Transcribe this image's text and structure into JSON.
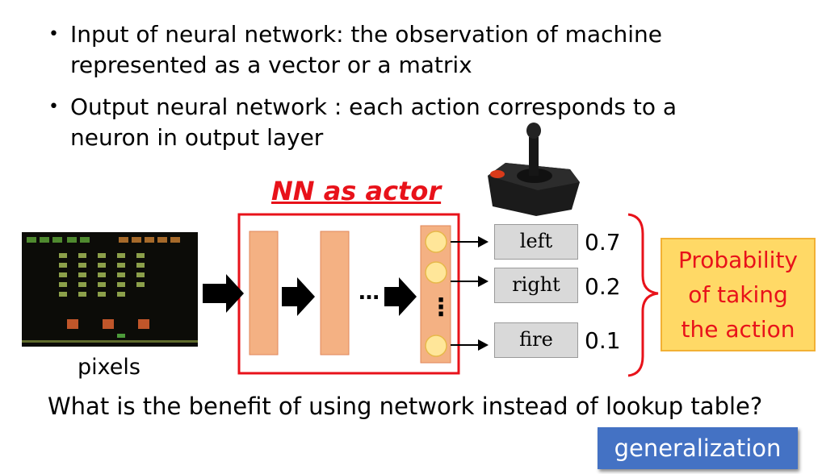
{
  "bullets": [
    {
      "line1": "Input of neural network: the observation of machine",
      "line2": "represented as a vector or a matrix"
    },
    {
      "line1": "Output neural network : each action corresponds to a",
      "line2": "neuron in output layer"
    }
  ],
  "bullet_symbol": "•",
  "nn_title": "NN as actor",
  "input_label": "pixels",
  "ellipsis": "…",
  "vertical_dots": "⋮",
  "actions": [
    {
      "label": "left",
      "prob": "0.7"
    },
    {
      "label": "right",
      "prob": "0.2"
    },
    {
      "label": "fire",
      "prob": "0.1"
    }
  ],
  "prob_box": {
    "line1": "Probability",
    "line2": "of taking",
    "line3": "the action"
  },
  "question": "What is the benefit of using network instead of lookup table?",
  "answer": "generalization",
  "colors": {
    "red": "#e8121a",
    "layer_fill": "#f4b183",
    "neuron_fill": "#ffe699",
    "prob_fill": "#ffd966",
    "answer_fill": "#4472c4"
  },
  "icons": [
    "joystick-icon",
    "space-invaders-screen"
  ]
}
